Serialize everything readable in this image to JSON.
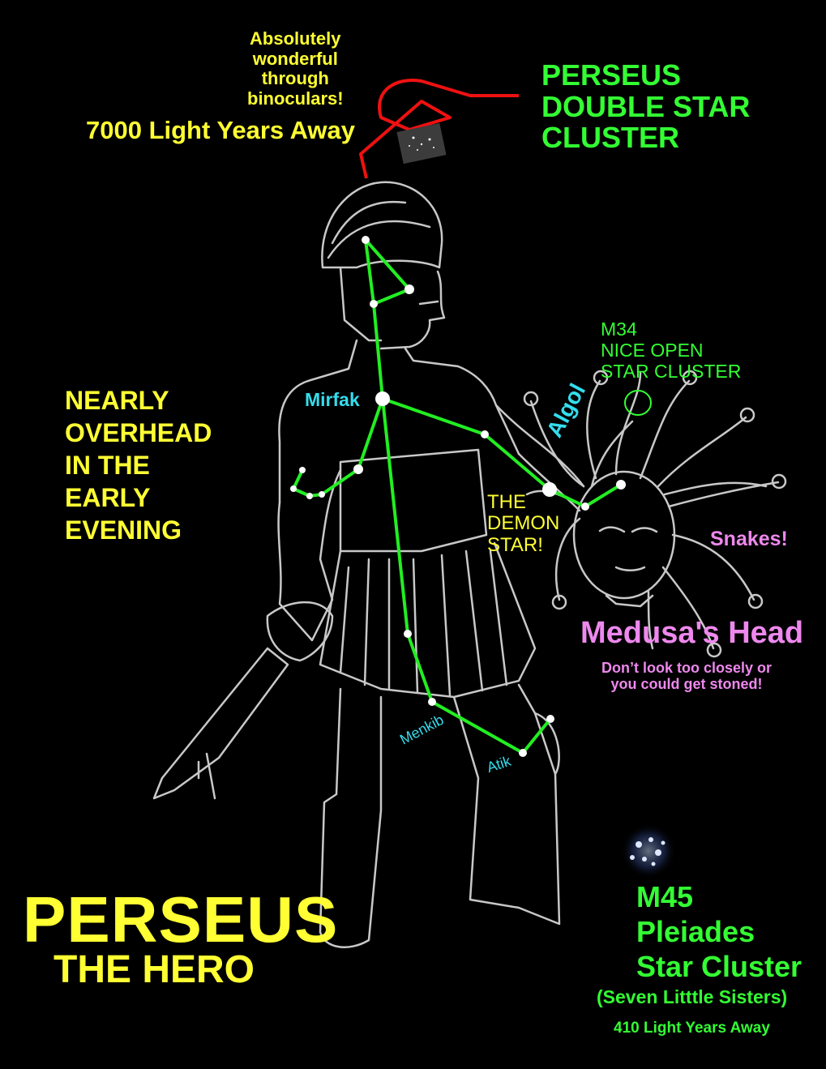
{
  "colors": {
    "background": "#000000",
    "sketch": "#c8c8c8",
    "constellation_lines": "#22ee22",
    "stars": "#ffffff",
    "pointer": "#ee1111",
    "yellow_text": "#ffff33",
    "green_text": "#33ff33",
    "cyan_text": "#33ddee",
    "pink_text": "#ee88ee"
  },
  "title": {
    "line1": "PERSEUS",
    "line2": "THE HERO"
  },
  "double_cluster": {
    "note": [
      "Absolutely",
      "wonderful",
      "through",
      "binoculars!"
    ],
    "distance": "7000 Light Years Away",
    "heading": [
      "PERSEUS",
      "DOUBLE STAR",
      "CLUSTER"
    ]
  },
  "overhead_note": [
    "NEARLY",
    "OVERHEAD",
    "IN THE",
    "EARLY",
    "EVENING"
  ],
  "m34": [
    "M34",
    "NICE OPEN",
    "STAR CLUSTER"
  ],
  "stars": {
    "mirfak": "Mirfak",
    "algol": "Algol",
    "menkib": "Menkib",
    "atik": "Atik"
  },
  "demon_star": [
    "THE",
    "DEMON",
    "STAR!"
  ],
  "snakes": "Snakes!",
  "medusa": {
    "title": "Medusa's Head",
    "caption": [
      "Don’t look too closely or",
      "you could get stoned!"
    ]
  },
  "pleiades": {
    "lines": [
      "M45",
      "Pleiades",
      "Star Cluster"
    ],
    "subtitle": "(Seven Litttle Sisters)",
    "distance": "410 Light Years Away"
  }
}
